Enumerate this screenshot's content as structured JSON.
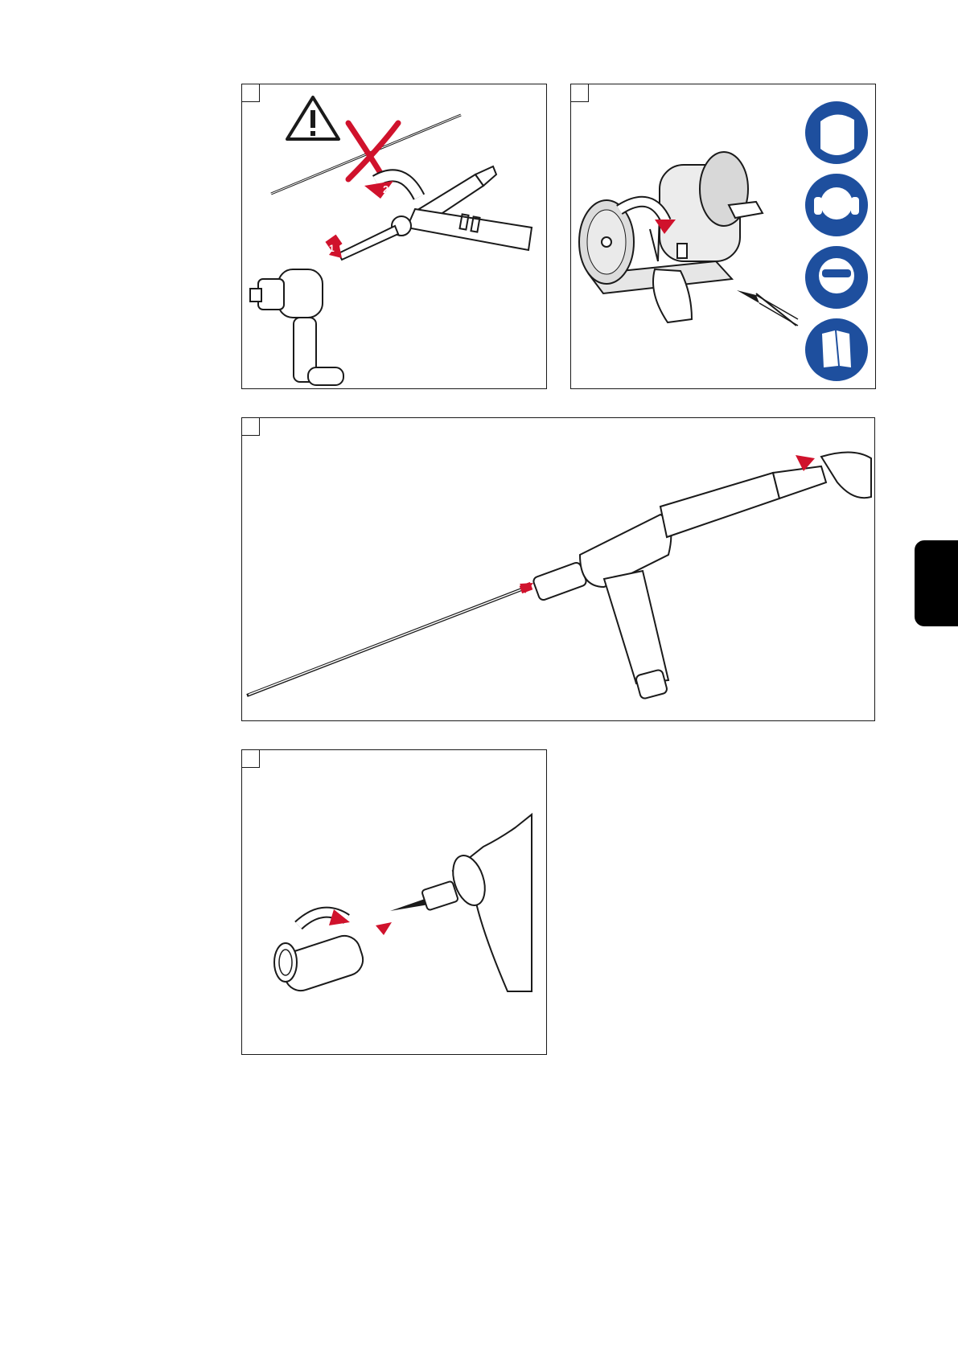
{
  "colors": {
    "accent_red": "#d0122c",
    "mandatory_blue": "#1e4f9e",
    "line": "#1a1a1a",
    "tab": "#000000"
  },
  "panels": [
    {
      "name": "panel-remove-electrode",
      "arrow_labels": [
        "1",
        "2"
      ],
      "icons": [
        "warning-triangle-icon",
        "red-cross-icon"
      ]
    },
    {
      "name": "panel-grind-electrode",
      "icons": [
        "face-mask-icon",
        "ear-protection-icon",
        "safety-glasses-icon",
        "gloves-icon"
      ]
    },
    {
      "name": "panel-insert-electrode"
    },
    {
      "name": "panel-screw-cap"
    }
  ]
}
